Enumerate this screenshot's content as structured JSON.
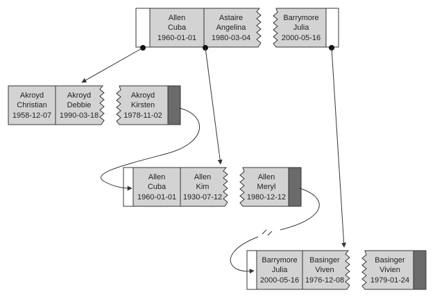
{
  "colors": {
    "cell_fill": "#d3d3d3",
    "cell_stroke": "#333333",
    "edge_fill": "#6b6b6b",
    "blank_fill": "#ffffff",
    "line": "#333333"
  },
  "nodes": {
    "root": [
      {
        "last": "Allen",
        "first": "Cuba",
        "date": "1960-01-01"
      },
      {
        "last": "Astaire",
        "first": "Angelina",
        "date": "1980-03-04"
      },
      {
        "last": "Barrymore",
        "first": "Julia",
        "date": "2000-05-16"
      }
    ],
    "leaf1": [
      {
        "last": "Akroyd",
        "first": "Christian",
        "date": "1958-12-07"
      },
      {
        "last": "Akroyd",
        "first": "Debbie",
        "date": "1990-03-18"
      },
      {
        "last": "Akroyd",
        "first": "Kirsten",
        "date": "1978-11-02"
      }
    ],
    "leaf2": [
      {
        "last": "Allen",
        "first": "Cuba",
        "date": "1960-01-01"
      },
      {
        "last": "Allen",
        "first": "Kim",
        "date": "1930-07-12"
      },
      {
        "last": "Allen",
        "first": "Meryl",
        "date": "1980-12-12"
      }
    ],
    "leaf3": [
      {
        "last": "Barrymore",
        "first": "Julia",
        "date": "2000-05-16"
      },
      {
        "last": "Basinger",
        "first": "Viven",
        "date": "1976-12-08"
      },
      {
        "last": "Basinger",
        "first": "Vivien",
        "date": "1979-01-24"
      }
    ]
  }
}
